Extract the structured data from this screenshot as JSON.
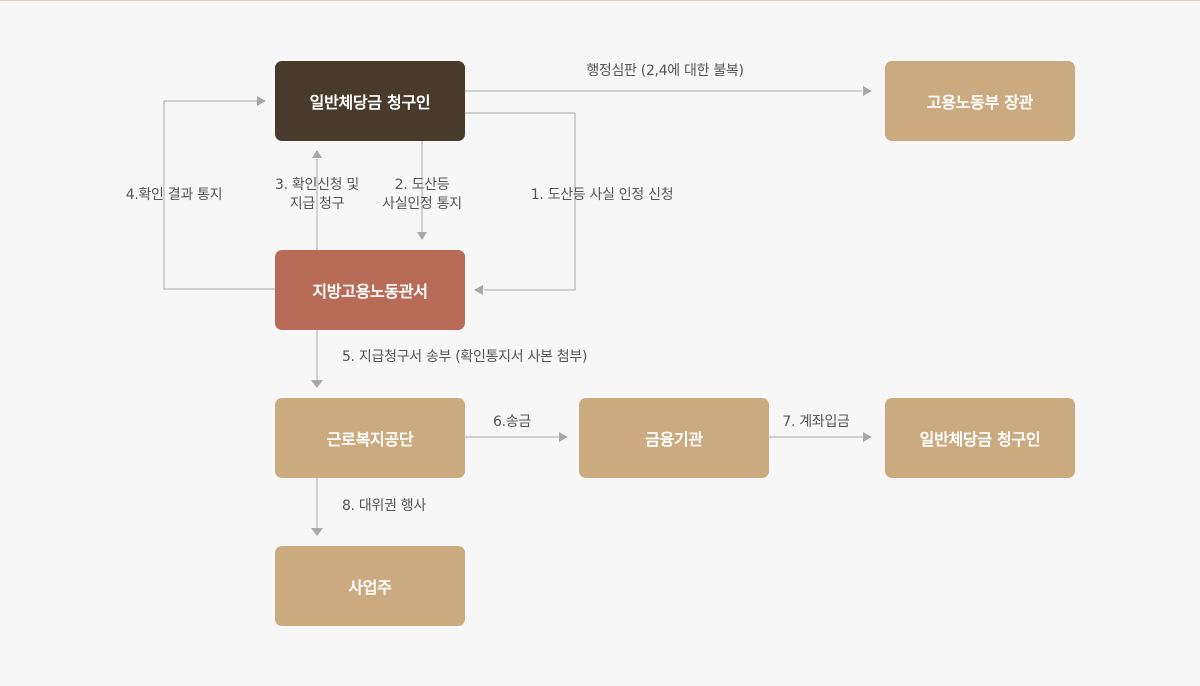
{
  "nodes": {
    "claimant_top": "일반체당금 청구인",
    "minister": "고용노동부 장관",
    "regional_office": "지방고용노동관서",
    "welfare_service": "근로복지공단",
    "financial_institution": "금융기관",
    "claimant_right": "일반체당금 청구인",
    "employer": "사업주"
  },
  "edges": {
    "appeal": "행정심판 (2,4에 대한 불복)",
    "step1": "1. 도산등 사실 인정 신청",
    "step2_line1": "2. 도산등",
    "step2_line2": "사실인정 통지",
    "step3_line1": "3. 확인신청 및",
    "step3_line2": "지급 청구",
    "step4": "4.확인 결과 통지",
    "step5": "5. 지급청구서 송부 (확인통지서 사본 첨부)",
    "step6": "6.송금",
    "step7": "7. 계좌입금",
    "step8": "8. 대위권 행사"
  },
  "colors": {
    "claimant_box": "#483b2b",
    "regional_box": "#b86c58",
    "other_box": "#ccaa80",
    "connector": "#a8a8a8"
  }
}
